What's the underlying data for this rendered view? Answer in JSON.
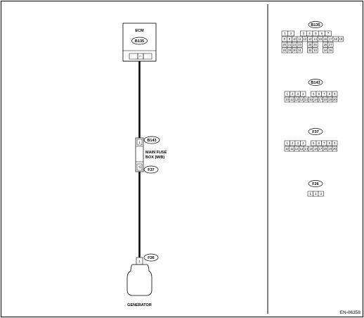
{
  "diagram": {
    "ecm": {
      "label": "ECM",
      "connector": "B135",
      "pin": "7"
    },
    "fuse_box": {
      "label_line1": "MAIN FUSE",
      "label_line2": "BOX (M/B)",
      "upper_connector": "B143",
      "upper_pin": "1",
      "lower_connector": "F37",
      "lower_pin": "15"
    },
    "generator": {
      "label": "GENERATOR",
      "connector": "F26",
      "pin": "1"
    },
    "code": "EN-06358"
  },
  "connectors": {
    "b135": {
      "title": "B135",
      "row1": [
        "1",
        "2",
        "",
        "3",
        "4",
        "5",
        "6",
        "7"
      ],
      "row2": [
        "8",
        "9",
        "10",
        "11",
        "12",
        "13",
        "14",
        "15",
        "16",
        "17",
        "18",
        "19"
      ],
      "row3": [
        "20",
        "21",
        "22",
        "23",
        "",
        "24",
        "25",
        "",
        "26",
        "27"
      ],
      "row4": [
        "28",
        "29",
        "30",
        "31",
        "",
        "32",
        "33",
        "",
        "34",
        "35"
      ]
    },
    "b143": {
      "title": "B143",
      "row1": [
        "1",
        "2",
        "3",
        "4",
        "",
        "5",
        "6",
        "7",
        "8",
        "9"
      ],
      "row2": [
        "10",
        "11",
        "12",
        "13",
        "14",
        "15",
        "16",
        "17",
        "18",
        "19",
        "20"
      ]
    },
    "f37": {
      "title": "F37",
      "row1": [
        "1",
        "2",
        "3",
        "4",
        "",
        "5",
        "6",
        "7",
        "8",
        "9"
      ],
      "row2": [
        "10",
        "11",
        "12",
        "13",
        "14",
        "15",
        "16",
        "17",
        "18",
        "19",
        "20"
      ]
    },
    "f26": {
      "title": "F26",
      "pins": [
        "1",
        "2",
        "3"
      ]
    }
  }
}
